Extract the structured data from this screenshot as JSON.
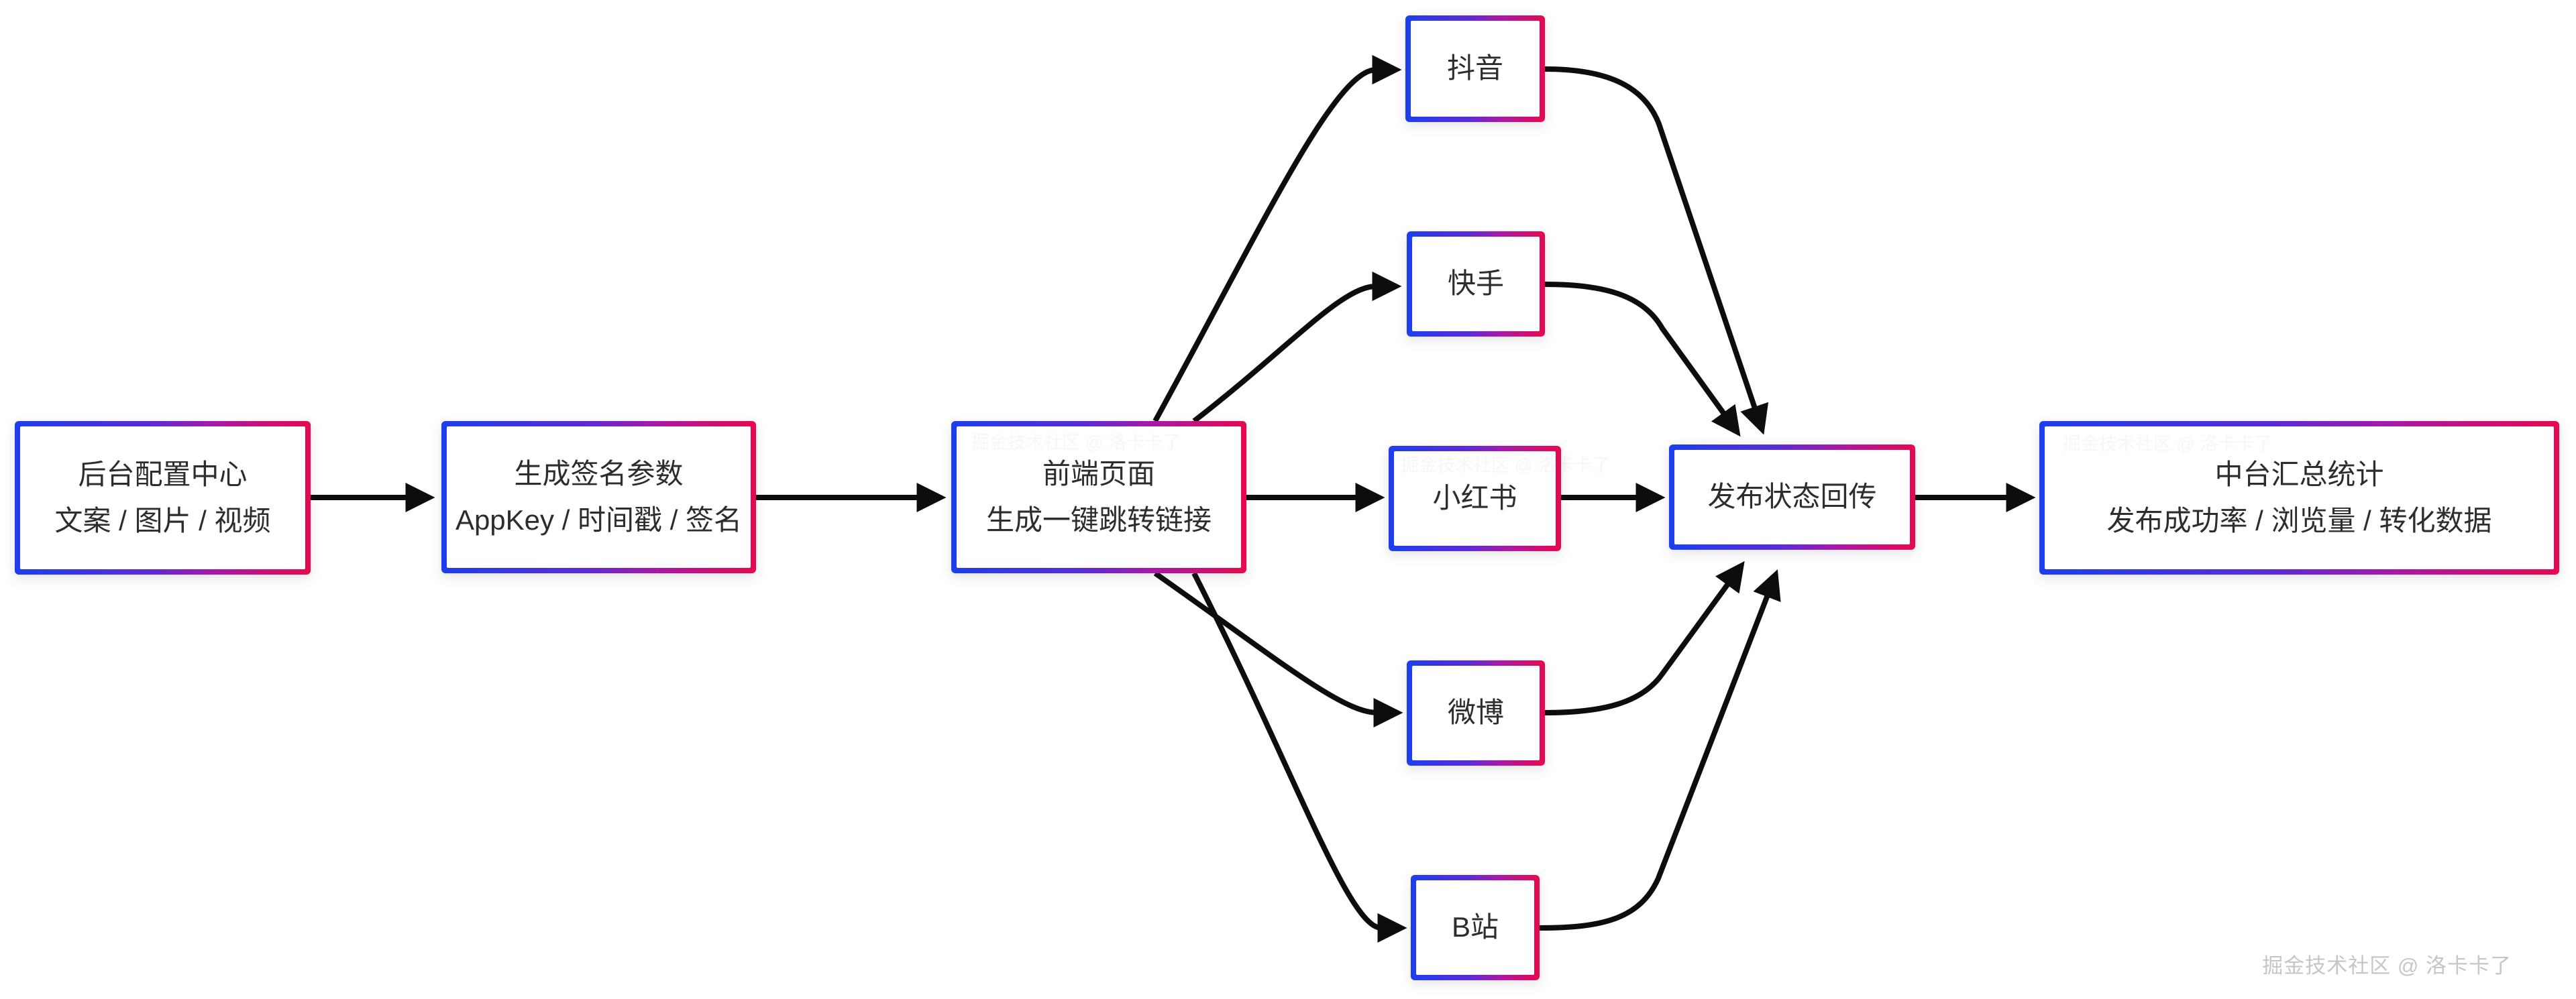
{
  "diagram": {
    "title_watermark": "掘金技术社区 @ 洛卡卡了",
    "colors": {
      "background": "#ffffff",
      "border_gradient_start": "#1c3fee",
      "border_gradient_mid": "#8a1fb8",
      "border_gradient_end": "#e7084f",
      "connector": "#0d0d0d",
      "node_fill": "#ffffff",
      "text": "#2d2d2d",
      "watermark_text": "#c6c6c6"
    },
    "nodes": {
      "backend_config": {
        "line1": "后台配置中心",
        "line2": "文案 / 图片 / 视频"
      },
      "sign_params": {
        "line1": "生成签名参数",
        "line2": "AppKey / 时间戳 / 签名"
      },
      "frontend_page": {
        "line1": "前端页面",
        "line2": "生成一键跳转链接"
      },
      "douyin": {
        "line1": "抖音"
      },
      "kuaishou": {
        "line1": "快手"
      },
      "xiaohongshu": {
        "line1": "小红书"
      },
      "weibo": {
        "line1": "微博"
      },
      "bilibili": {
        "line1": "B站"
      },
      "publish_status": {
        "line1": "发布状态回传"
      },
      "mid_platform": {
        "line1": "中台汇总统计",
        "line2": "发布成功率 / 浏览量 / 转化数据"
      }
    },
    "edges": [
      {
        "from": "后台配置中心",
        "to": "生成签名参数"
      },
      {
        "from": "生成签名参数",
        "to": "前端页面"
      },
      {
        "from": "前端页面",
        "to": "抖音"
      },
      {
        "from": "前端页面",
        "to": "快手"
      },
      {
        "from": "前端页面",
        "to": "小红书"
      },
      {
        "from": "前端页面",
        "to": "微博"
      },
      {
        "from": "前端页面",
        "to": "B站"
      },
      {
        "from": "抖音",
        "to": "发布状态回传"
      },
      {
        "from": "快手",
        "to": "发布状态回传"
      },
      {
        "from": "小红书",
        "to": "发布状态回传"
      },
      {
        "from": "微博",
        "to": "发布状态回传"
      },
      {
        "from": "B站",
        "to": "发布状态回传"
      },
      {
        "from": "发布状态回传",
        "to": "中台汇总统计"
      }
    ]
  }
}
